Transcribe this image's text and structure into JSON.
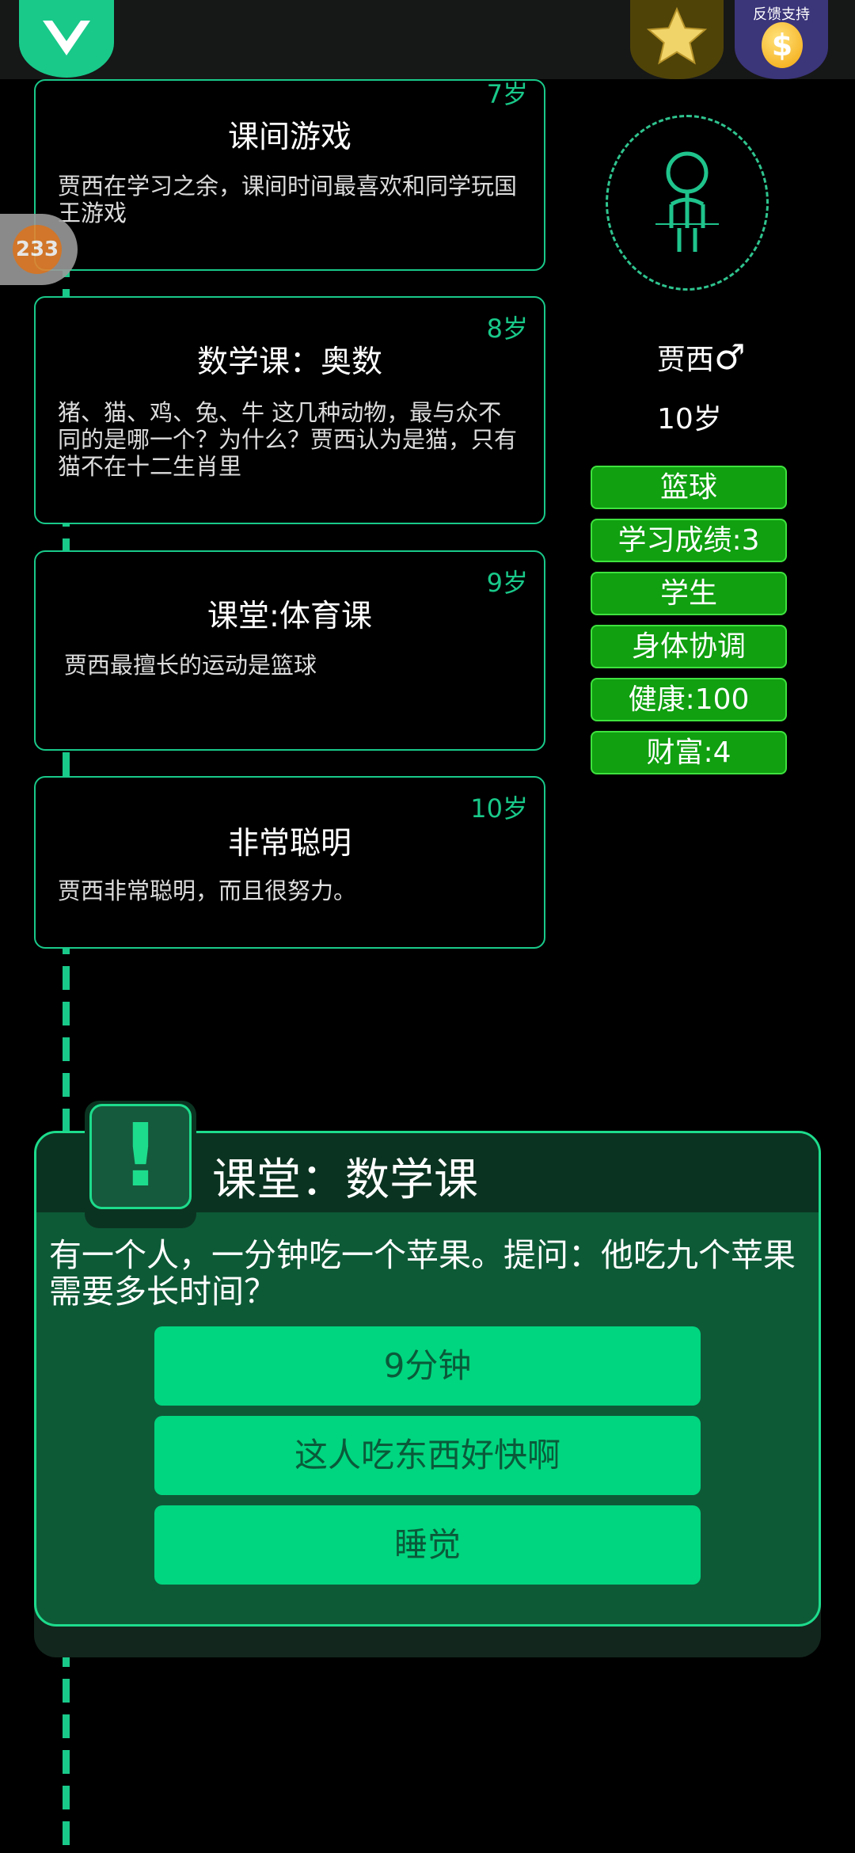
{
  "header": {
    "feedback_label": "反馈支持",
    "coin_symbol": "$"
  },
  "badge": {
    "count": "233"
  },
  "timeline": [
    {
      "age": "7岁",
      "title": "课间游戏",
      "body": "贾西在学习之余，课间时间最喜欢和同学玩国王游戏"
    },
    {
      "age": "8岁",
      "title": "数学课：奥数",
      "body": "猪、猫、鸡、兔、牛 这几种动物，最与众不同的是哪一个？为什么？贾西认为是猫，只有猫不在十二生肖里"
    },
    {
      "age": "9岁",
      "title": "课堂:体育课",
      "body": "贾西最擅长的运动是篮球"
    },
    {
      "age": "10岁",
      "title": "非常聪明",
      "body": "贾西非常聪明，而且很努力。"
    }
  ],
  "profile": {
    "name": "贾西",
    "gender_symbol": "♂",
    "age": "10岁",
    "tags": [
      "篮球",
      "学习成绩:3",
      "学生",
      "身体协调",
      "健康:100",
      "财富:4"
    ]
  },
  "event": {
    "icon_symbol": "!",
    "title": "课堂：数学课",
    "question": "有一个人，一分钟吃一个苹果。提问：他吃九个苹果需要多长时间？",
    "options": [
      "9分钟",
      "这人吃东西好快啊",
      "睡觉"
    ]
  }
}
